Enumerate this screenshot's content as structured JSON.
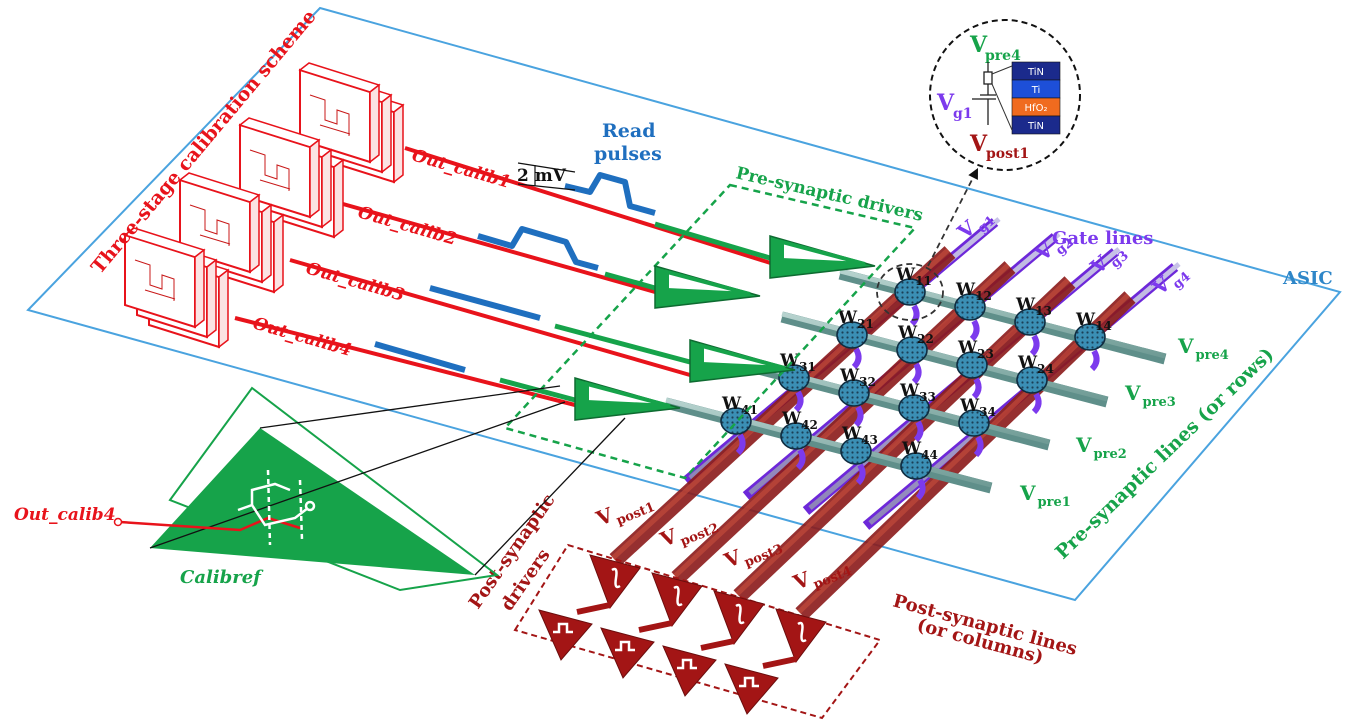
{
  "labels": {
    "asic": "ASIC",
    "scheme": "Three-stage calibration scheme",
    "read": "Read",
    "pulses": "pulses",
    "amplitude": "2 mV",
    "pre_drivers": "Pre-synaptic drivers",
    "gate_lines": "Gate lines",
    "pre_lines": "Pre-synaptic lines (or rows)",
    "post_drivers_1": "Post-synaptic",
    "post_drivers_2": "drivers",
    "post_lines_1": "Post-synaptic lines",
    "post_lines_2": "(or columns)",
    "calibref": "Calibref",
    "out_calib_inset": "Out_calib4"
  },
  "out_calib": [
    "Out_calib1",
    "Out_calib2",
    "Out_calib3",
    "Out_calib4"
  ],
  "device": {
    "v": "V",
    "pre_sub": "pre4",
    "gate_sub": "g1",
    "post_sub": "post1",
    "stack": [
      "TiN",
      "Ti",
      "HfO₂",
      "TiN"
    ]
  },
  "weights": [
    [
      "11",
      "12",
      "13",
      "14"
    ],
    [
      "21",
      "22",
      "23",
      "24"
    ],
    [
      "31",
      "32",
      "33",
      "34"
    ],
    [
      "41",
      "42",
      "43",
      "44"
    ]
  ],
  "weight_letter": "W",
  "v_letter": "V",
  "gate_subs": [
    "g1",
    "g2",
    "g3",
    "g4"
  ],
  "pre_subs": [
    "pre4",
    "pre3",
    "pre2",
    "pre1"
  ],
  "post_subs": [
    "post1",
    "post2",
    "post3",
    "post4"
  ],
  "colors": {
    "asic_border": "#4aa3df",
    "calibration": "#e8131b",
    "pulse": "#1f6fbf",
    "pre": "#16a34a",
    "gate": "#7c3aed",
    "post": "#a31515"
  }
}
